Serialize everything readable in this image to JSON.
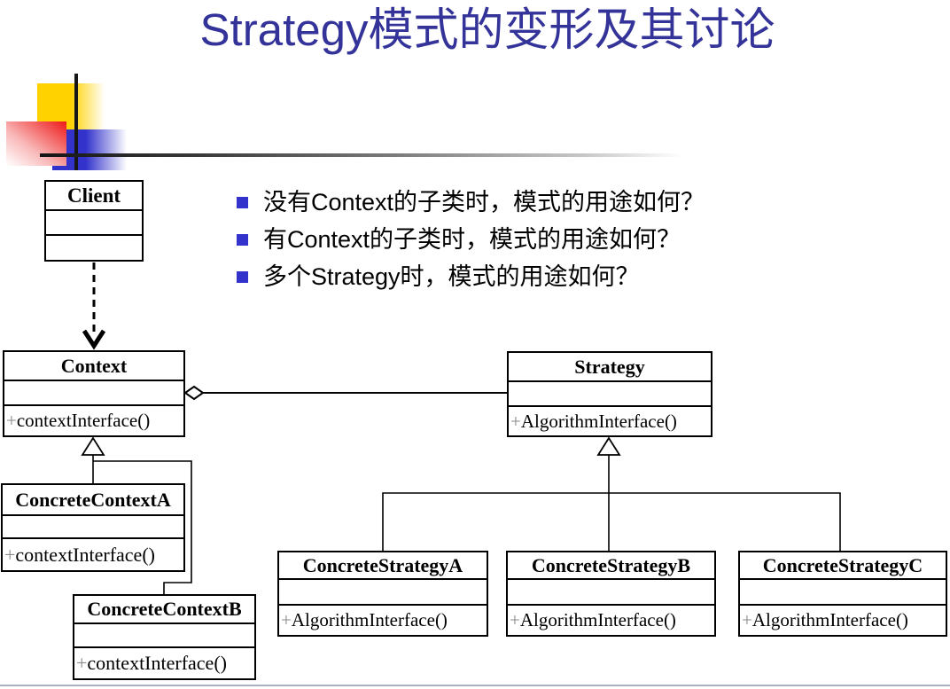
{
  "slide": {
    "title": "Strategy模式的变形及其讨论"
  },
  "bullets": {
    "items": [
      {
        "text": "没有Context的子类时，模式的用途如何？"
      },
      {
        "text": "有Context的子类时，模式的用途如何？"
      },
      {
        "text": "多个Strategy时，模式的用途如何？"
      }
    ],
    "marker": "square-bullet-icon"
  },
  "diagram": {
    "classes": {
      "client": {
        "name": "Client"
      },
      "context": {
        "name": "Context",
        "method_prefix": "+",
        "method_name": "contextInterface()"
      },
      "strategy": {
        "name": "Strategy",
        "method_prefix": "+",
        "method_name": "AlgorithmInterface()"
      },
      "concrete_context_a": {
        "name": "ConcreteContextA",
        "method_prefix": "+",
        "method_name": "contextInterface()"
      },
      "concrete_context_b": {
        "name": "ConcreteContextB",
        "method_prefix": "+",
        "method_name": "contextInterface()"
      },
      "concrete_strategy_a": {
        "name": "ConcreteStrategyA",
        "method_prefix": "+",
        "method_name": "AlgorithmInterface()"
      },
      "concrete_strategy_b": {
        "name": "ConcreteStrategyB",
        "method_prefix": "+",
        "method_name": "AlgorithmInterface()"
      },
      "concrete_strategy_c": {
        "name": "ConcreteStrategyC",
        "method_prefix": "+",
        "method_name": "AlgorithmInterface()"
      }
    },
    "relations": [
      {
        "type": "dependency",
        "from": "Client",
        "to": "Context",
        "style": "dashed-open-arrow"
      },
      {
        "type": "aggregation",
        "from": "Context",
        "to": "Strategy",
        "style": "hollow-diamond-at-context"
      },
      {
        "type": "generalization",
        "from": "ConcreteContextA",
        "to": "Context",
        "style": "hollow-triangle"
      },
      {
        "type": "generalization",
        "from": "ConcreteContextB",
        "to": "Context",
        "style": "hollow-triangle"
      },
      {
        "type": "generalization",
        "from": "ConcreteStrategyA",
        "to": "Strategy",
        "style": "hollow-triangle"
      },
      {
        "type": "generalization",
        "from": "ConcreteStrategyB",
        "to": "Strategy",
        "style": "hollow-triangle"
      },
      {
        "type": "generalization",
        "from": "ConcreteStrategyC",
        "to": "Strategy",
        "style": "hollow-triangle"
      }
    ]
  },
  "colors": {
    "title": "#333399",
    "bullet_marker": "#3333cc",
    "decoration_yellow": "#ffd200",
    "decoration_red": "#ee1818",
    "decoration_blue": "#3333cc",
    "decoration_line": "#161616",
    "bottom_rule": "#a9b0c4",
    "box_border": "#000000",
    "method_plus": "#8a8a8a"
  }
}
